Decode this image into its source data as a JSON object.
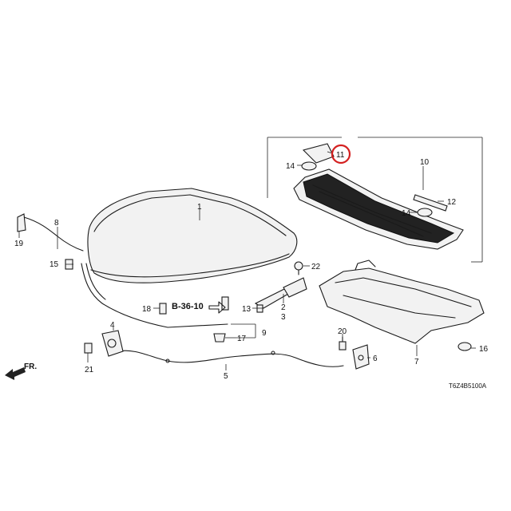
{
  "callouts": {
    "c1": "1",
    "c2": "2",
    "c3": "3",
    "c4": "4",
    "c5": "5",
    "c6": "6",
    "c7": "7",
    "c8": "8",
    "c9": "9",
    "c10": "10",
    "c11": "11",
    "c12": "12",
    "c13": "13",
    "c14a": "14",
    "c14b": "14",
    "c15": "15",
    "c16": "16",
    "c17": "17",
    "c18": "18",
    "c19": "19",
    "c20": "20",
    "c21": "21",
    "c22": "22"
  },
  "reference": {
    "label": "B-36-10"
  },
  "front_marker": {
    "label": "FR."
  },
  "diagram_code": "T6Z4B5100A",
  "highlight_color": "#d42020"
}
